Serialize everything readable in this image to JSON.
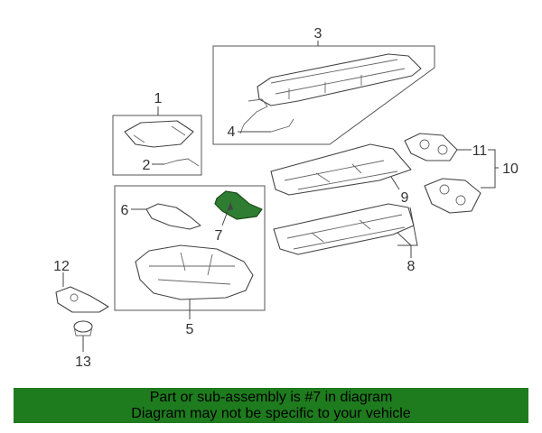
{
  "callouts": [
    "1",
    "2",
    "3",
    "4",
    "5",
    "6",
    "7",
    "8",
    "9",
    "10",
    "11",
    "12",
    "13"
  ],
  "banner": {
    "line1": "Part or sub-assembly is #7 in diagram",
    "line2": "Diagram may not be specific to your vehicle"
  },
  "colors": {
    "highlight": "#2e7d32",
    "banner_bg": "#1e7b1e",
    "line": "#444444"
  }
}
